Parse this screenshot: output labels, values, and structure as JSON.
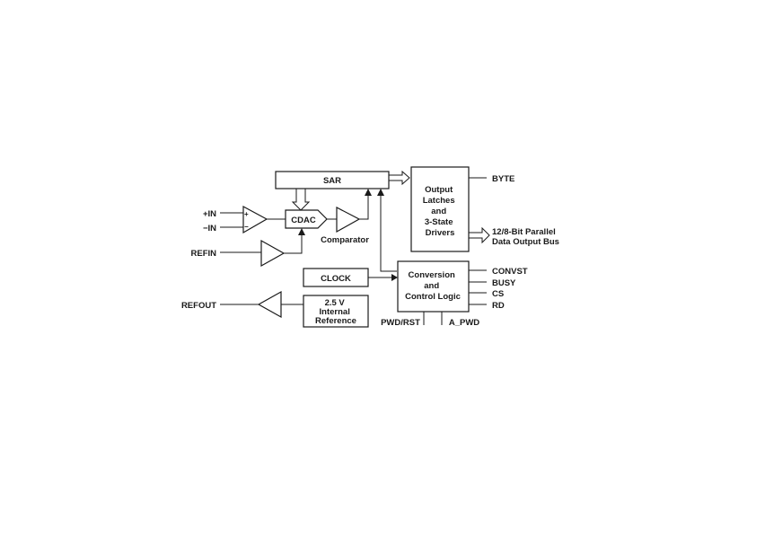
{
  "blocks": {
    "sar": "SAR",
    "cdac": "CDAC",
    "clock": "CLOCK",
    "output_latches": [
      "Output",
      "Latches",
      "and",
      "3-State",
      "Drivers"
    ],
    "conversion_logic": [
      "Conversion",
      "and",
      "Control Logic"
    ],
    "internal_reference": [
      "2.5 V",
      "Internal",
      "Reference"
    ]
  },
  "labels": {
    "comparator": "Comparator",
    "plus_sign": "+",
    "minus_sign": "−"
  },
  "pins": {
    "plus_in": "+IN",
    "minus_in": "−IN",
    "refin": "REFIN",
    "refout": "REFOUT",
    "byte": "BYTE",
    "bus_line1": "12/8-Bit Parallel",
    "bus_line2": "Data Output Bus",
    "convst": "CONVST",
    "busy": "BUSY",
    "cs": "CS",
    "rd": "RD",
    "pwd_rst": "PWD/RST",
    "a_pwd": "A_PWD"
  }
}
